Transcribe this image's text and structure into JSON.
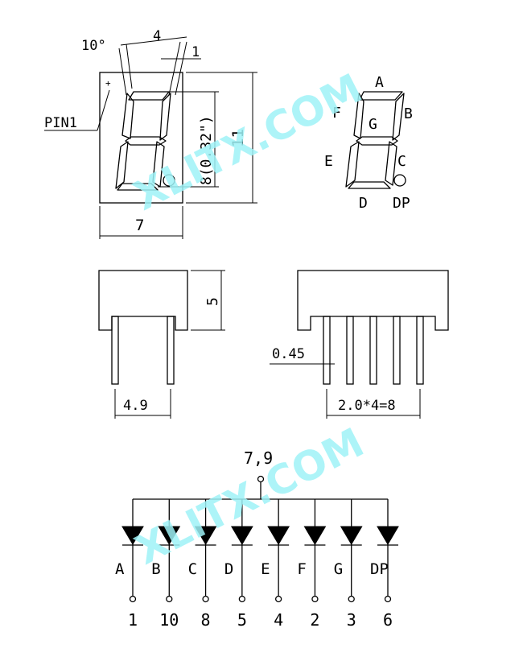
{
  "watermark": "XLITX.COM",
  "front_view": {
    "angle_label": "10°",
    "width_label": "7",
    "height_label": "11",
    "digit_height_label": "8(0.32\")",
    "digit_width_label": "4",
    "segment_width_label": "1",
    "pin1_label": "PIN1",
    "plus_mark": "+"
  },
  "segment_map": {
    "a": "A",
    "b": "B",
    "c": "C",
    "d": "D",
    "e": "E",
    "f": "F",
    "g": "G",
    "dp": "DP"
  },
  "side_view": {
    "height_label": "5",
    "pin_row_spacing_label": "4.9"
  },
  "bottom_view": {
    "pin_diameter_label": "0.45",
    "pin_pitch_label": "2.0*4=8"
  },
  "circuit": {
    "common_pins_label": "7,9",
    "segments": [
      {
        "segment": "A",
        "pin": "1"
      },
      {
        "segment": "B",
        "pin": "10"
      },
      {
        "segment": "C",
        "pin": "8"
      },
      {
        "segment": "D",
        "pin": "5"
      },
      {
        "segment": "E",
        "pin": "4"
      },
      {
        "segment": "F",
        "pin": "2"
      },
      {
        "segment": "G",
        "pin": "3"
      },
      {
        "segment": "DP",
        "pin": "6"
      }
    ]
  }
}
